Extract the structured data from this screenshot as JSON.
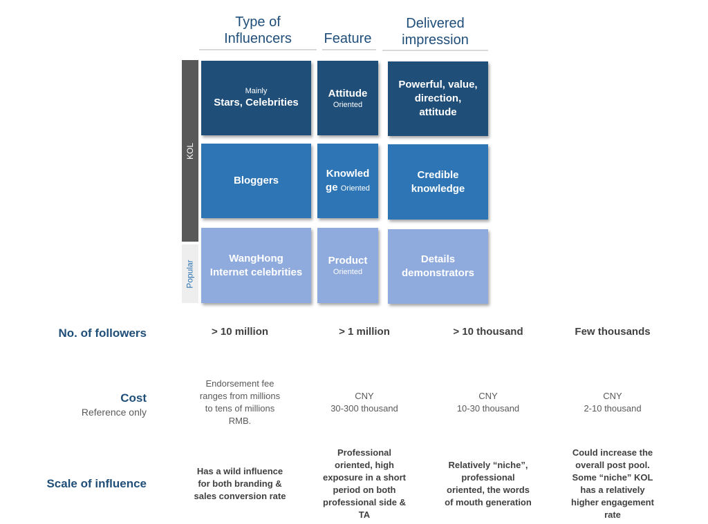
{
  "headers": {
    "type": "Type of\nInfluencers",
    "feature": "Feature",
    "impression": "Delivered\nimpression"
  },
  "side_labels": {
    "kol": "KOL",
    "popular": "Popular"
  },
  "grid": {
    "row1": {
      "type_small": "Mainly",
      "type": "Stars, Celebrities",
      "feature": "Attitude",
      "feature_small": "Oriented",
      "impression": "Powerful, value,\ndirection,\nattitude"
    },
    "row2": {
      "type": "Bloggers",
      "feature_a": "Knowled",
      "feature_b": "ge",
      "feature_small": "Oriented",
      "impression": "Credible\nknowledge"
    },
    "row3": {
      "type": "WangHong\nInternet celebrities",
      "feature": "Product",
      "feature_small": "Oriented",
      "impression": "Details\ndemonstrators"
    }
  },
  "rows": {
    "followers": {
      "label": "No. of followers",
      "values": [
        "> 10 million",
        "> 1 million",
        "> 10 thousand",
        "Few thousands"
      ]
    },
    "cost": {
      "label": "Cost",
      "sublabel": "Reference only",
      "values": [
        "Endorsement fee\nranges from millions\nto tens of millions\nRMB.",
        "CNY\n30-300  thousand",
        "CNY\n10-30  thousand",
        "CNY\n2-10  thousand"
      ]
    },
    "influence": {
      "label": "Scale of influence",
      "values": [
        "Has a wild influence\nfor both branding &\nsales conversion rate",
        "Professional\noriented, high\nexposure in a short\nperiod on both\nprofessional side &\nTA",
        "Relatively “niche”,\nprofessional\noriented, the words\nof mouth generation",
        "Could increase the\noverall post pool.\nSome “niche” KOL\nhas a relatively\nhigher engagement\nrate"
      ]
    }
  }
}
